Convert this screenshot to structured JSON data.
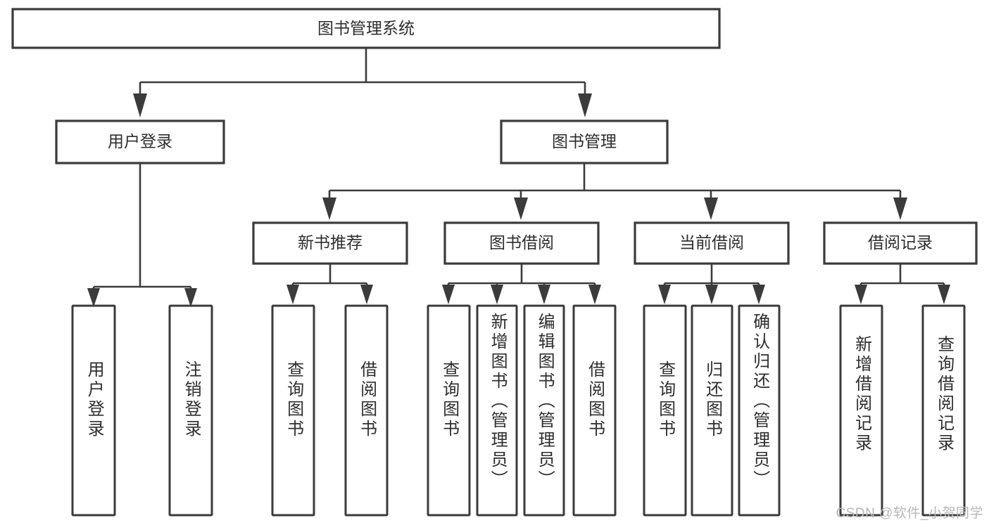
{
  "diagram": {
    "kind": "tree-hierarchy",
    "root": {
      "id": "root",
      "label": "图书管理系统"
    },
    "level1": [
      {
        "id": "user-login",
        "label": "用户登录"
      },
      {
        "id": "book-mgmt",
        "label": "图书管理"
      }
    ],
    "level2": [
      {
        "id": "new-book-rec",
        "label": "新书推荐",
        "parent": "book-mgmt"
      },
      {
        "id": "book-borrow",
        "label": "图书借阅",
        "parent": "book-mgmt"
      },
      {
        "id": "current-borrow",
        "label": "当前借阅",
        "parent": "book-mgmt"
      },
      {
        "id": "borrow-record",
        "label": "借阅记录",
        "parent": "book-mgmt"
      }
    ],
    "leaves": [
      {
        "id": "leaf-user-login",
        "label": "用户登录",
        "parent": "user-login"
      },
      {
        "id": "leaf-logout-login",
        "label": "注销登录",
        "parent": "user-login"
      },
      {
        "id": "leaf-query-book-1",
        "label": "查询图书",
        "parent": "new-book-rec"
      },
      {
        "id": "leaf-borrow-book-1",
        "label": "借阅图书",
        "parent": "new-book-rec"
      },
      {
        "id": "leaf-query-book-2",
        "label": "查询图书",
        "parent": "book-borrow"
      },
      {
        "id": "leaf-add-book",
        "label": "新增图书（管理员）",
        "parent": "book-borrow"
      },
      {
        "id": "leaf-edit-book",
        "label": "编辑图书（管理员）",
        "parent": "book-borrow"
      },
      {
        "id": "leaf-borrow-book-2",
        "label": "借阅图书",
        "parent": "book-borrow"
      },
      {
        "id": "leaf-query-book-3",
        "label": "查询图书",
        "parent": "current-borrow"
      },
      {
        "id": "leaf-return-book",
        "label": "归还图书",
        "parent": "current-borrow"
      },
      {
        "id": "leaf-confirm-return",
        "label": "确认归还（管理员）",
        "parent": "current-borrow"
      },
      {
        "id": "leaf-add-record",
        "label": "新增借阅记录",
        "parent": "borrow-record"
      },
      {
        "id": "leaf-query-record",
        "label": "查询借阅记录",
        "parent": "borrow-record"
      }
    ]
  },
  "watermark": {
    "text": "CSDN @软件_小贺同学"
  },
  "colors": {
    "stroke": "#3b3b3b",
    "text": "#2e2e2e",
    "background": "#ffffff",
    "watermark": "#b8b8b8"
  }
}
